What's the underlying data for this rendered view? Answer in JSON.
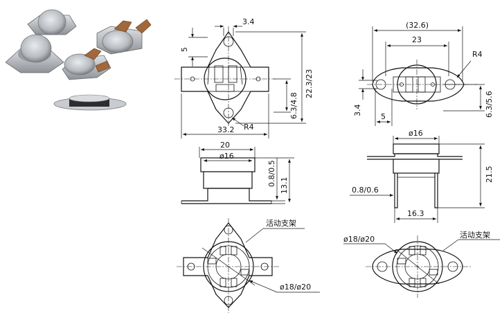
{
  "colors": {
    "background": "#ffffff",
    "ink": "#111111",
    "metal": "#b9bcc0",
    "copper": "#a2683c",
    "photo_bg": "#ffffff"
  },
  "photo": {
    "icon": "thermostat-product-photo"
  },
  "views": {
    "tl_top": {
      "d_width": "3.4",
      "d_slot": "5",
      "d_total": "33.2",
      "d_height": "22.3/23",
      "d_pin": "6.3/4.8",
      "radius": "R4"
    },
    "tr_top": {
      "d_width": "(32.6)",
      "d_inner": "23",
      "d_height": "6.3/5.6",
      "d_left": "3.4",
      "d_pin": "5",
      "radius": "R4"
    },
    "tl_side": {
      "d_width": "20",
      "d_cap": "ø16",
      "d_thk": "0.8/0.5",
      "d_height": "13.1"
    },
    "tr_side": {
      "d_cap": "ø16",
      "d_height": "21.5",
      "d_thk": "0.8/0.6",
      "d_base": "16.3"
    },
    "bl_bottom": {
      "label": "活动支架",
      "d_dia": "ø18/ø20"
    },
    "br_bottom": {
      "label": "活动支架",
      "d_dia": "ø18/ø20"
    }
  }
}
